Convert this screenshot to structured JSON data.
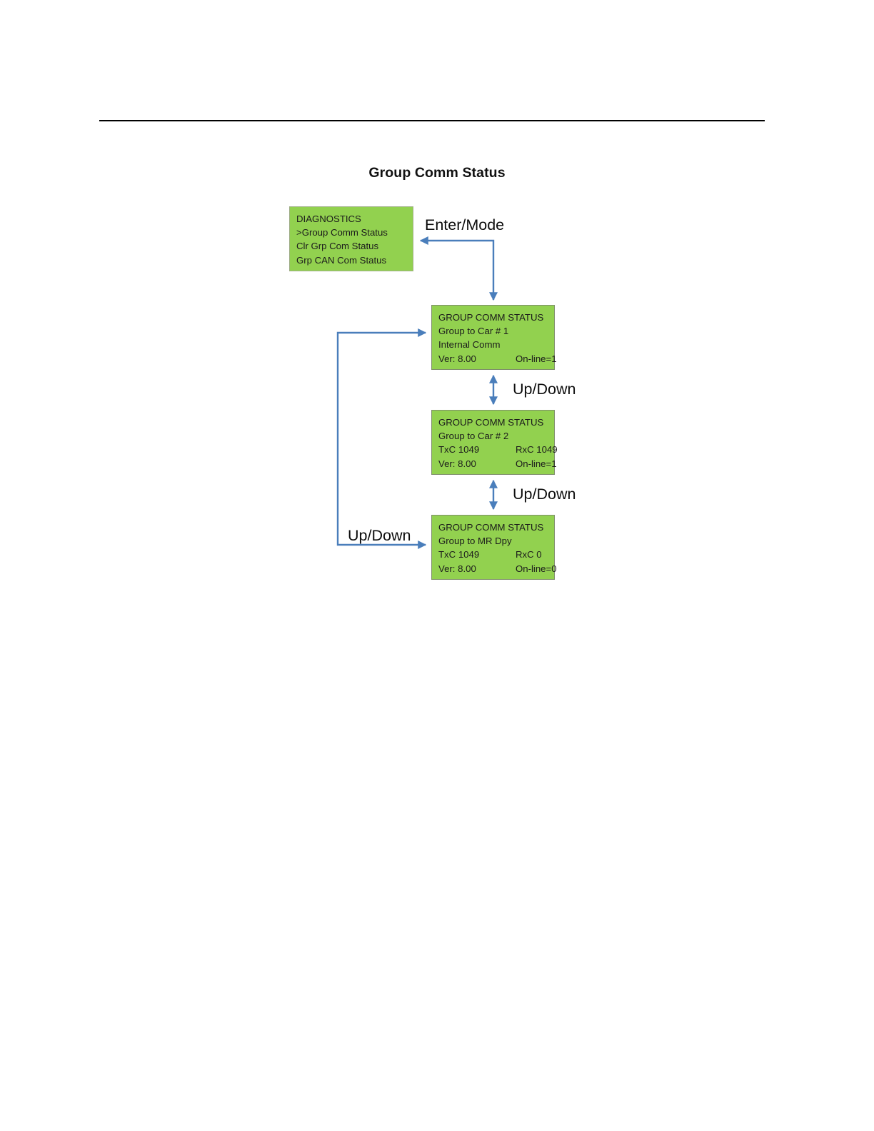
{
  "page": {
    "title": "Group Comm Status",
    "accent_green": "#92D14F",
    "box_border": "#7f8f6b",
    "arrow_blue": "#4A7EBB",
    "rule_color": "#000000"
  },
  "figure": {
    "title": "Group Comm Status"
  },
  "boxes": {
    "diagnostics": {
      "name": "DIAGNOSTICS",
      "lines": [
        "DIAGNOSTICS",
        ">Group Comm Status",
        "Clr Grp Com Status",
        "Grp CAN Com Status"
      ]
    },
    "status_1": {
      "header": "GROUP COMM STATUS",
      "subject": "Group to Car # 1",
      "line3_left": "Internal Comm",
      "line3_right": "",
      "line4_left": "Ver: 8.00",
      "line4_right": "On-line=1"
    },
    "status_2": {
      "header": "GROUP COMM STATUS",
      "subject": "Group to Car # 2",
      "line3_left": "TxC 1049",
      "line3_right": "RxC 1049",
      "line4_left": "Ver: 8.00",
      "line4_right": "On-line=1"
    },
    "status_3": {
      "header": "GROUP COMM STATUS",
      "subject": "Group to MR Dpy",
      "line3_left": "TxC 1049",
      "line3_right": "RxC 0",
      "line4_left": "Ver: 8.00",
      "line4_right": "On-line=0"
    }
  },
  "transitions": {
    "enter_mode": "Enter/Mode",
    "up_down_1": "Up/Down",
    "up_down_2": "Up/Down",
    "up_down_3": "Up/Down"
  },
  "chart_data": {
    "type": "diagram",
    "title": "Group Comm Status",
    "nodes": [
      {
        "id": "diagnostics",
        "label": "DIAGNOSTICS",
        "text": "DIAGNOSTICS\n>Group Comm Status\nClr Grp Com Status\nGrp CAN Com Status"
      },
      {
        "id": "status_1",
        "label": "GROUP COMM STATUS",
        "text": "GROUP COMM STATUS\nGroup to Car # 1\nInternal Comm\nVer: 8.00    On-line=1"
      },
      {
        "id": "status_2",
        "label": "GROUP COMM STATUS",
        "text": "GROUP COMM STATUS\nGroup to Car # 2\nTxC 1049    RxC 1049\nVer: 8.00    On-line=1"
      },
      {
        "id": "status_3",
        "label": "GROUP COMM STATUS",
        "text": "GROUP COMM STATUS\nGroup to MR Dpy\nTxC 1049    RxC 0\nVer: 8.00    On-line=0"
      }
    ],
    "edges": [
      {
        "from": "diagnostics",
        "to": "status_1",
        "label": "Enter/Mode",
        "bidirectional": true
      },
      {
        "from": "status_1",
        "to": "status_2",
        "label": "Up/Down",
        "bidirectional": true
      },
      {
        "from": "status_2",
        "to": "status_3",
        "label": "Up/Down",
        "bidirectional": true
      },
      {
        "from": "status_3",
        "to": "status_1",
        "label": "Up/Down",
        "bidirectional": true
      }
    ]
  }
}
